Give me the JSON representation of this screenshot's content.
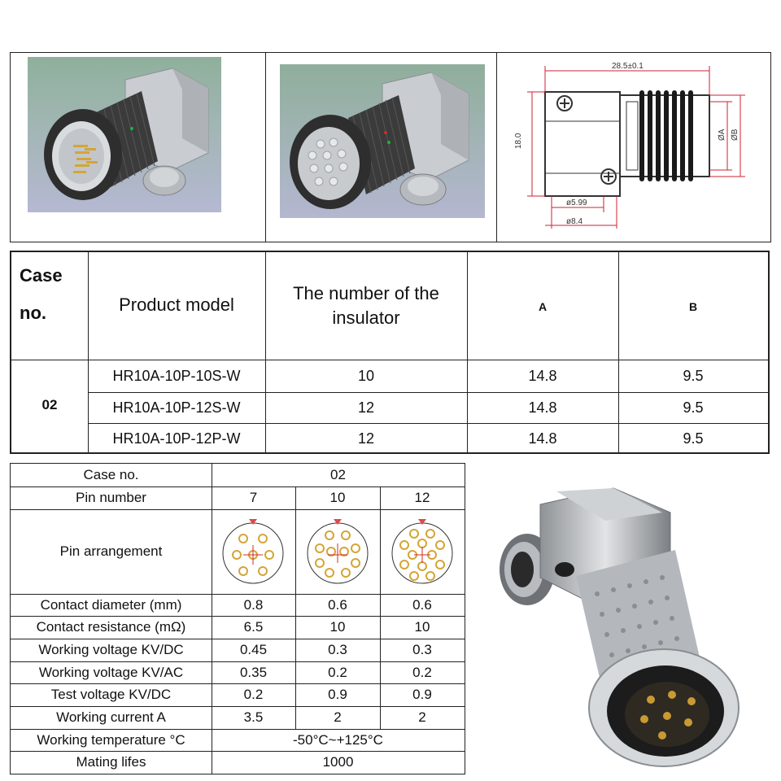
{
  "drawing": {
    "dim_length": "28.5±0.1",
    "dim_height": "18.0",
    "dim_a": "ØA",
    "dim_b": "ØB",
    "dim_pin": "ø5.99",
    "dim_body": "ø8.4"
  },
  "product_table": {
    "headers": {
      "case_no": [
        "Case",
        "no."
      ],
      "model": "Product model",
      "insulator": [
        "The number of the",
        "insulator"
      ],
      "a": "A",
      "b": "B"
    },
    "case_value": "02",
    "rows": [
      {
        "model": "HR10A-10P-10S-W",
        "insulator": "10",
        "a": "14.8",
        "b": "9.5"
      },
      {
        "model": "HR10A-10P-12S-W",
        "insulator": "12",
        "a": "14.8",
        "b": "9.5"
      },
      {
        "model": "HR10A-10P-12P-W",
        "insulator": "12",
        "a": "14.8",
        "b": "9.5"
      }
    ]
  },
  "spec_table": {
    "case_label": "Case no.",
    "case_value": "02",
    "pin_label": "Pin number",
    "pin_counts": [
      "7",
      "10",
      "12"
    ],
    "arrangement_label": "Pin arrangement",
    "rows": [
      {
        "label": "Contact diameter (mm)",
        "values": [
          "0.8",
          "0.6",
          "0.6"
        ]
      },
      {
        "label": "Contact resistance (mΩ)",
        "values": [
          "6.5",
          "10",
          "10"
        ]
      },
      {
        "label": "Working voltage KV/DC",
        "values": [
          "0.45",
          "0.3",
          "0.3"
        ]
      },
      {
        "label": "Working voltage KV/AC",
        "values": [
          "0.35",
          "0.2",
          "0.2"
        ]
      },
      {
        "label": "Test voltage KV/DC",
        "values": [
          "0.2",
          "0.9",
          "0.9"
        ]
      },
      {
        "label": "Working current A",
        "values": [
          "3.5",
          "2",
          "2"
        ]
      }
    ],
    "temp_label": "Working temperature °C",
    "temp_value": "-50°C~+125°C",
    "mating_label": "Mating lifes",
    "mating_value": "1000"
  },
  "colors": {
    "line": "#222222",
    "dim_red": "#cc2233",
    "metal_dark": "#3a3a3a",
    "metal_light": "#c8ccd0"
  }
}
